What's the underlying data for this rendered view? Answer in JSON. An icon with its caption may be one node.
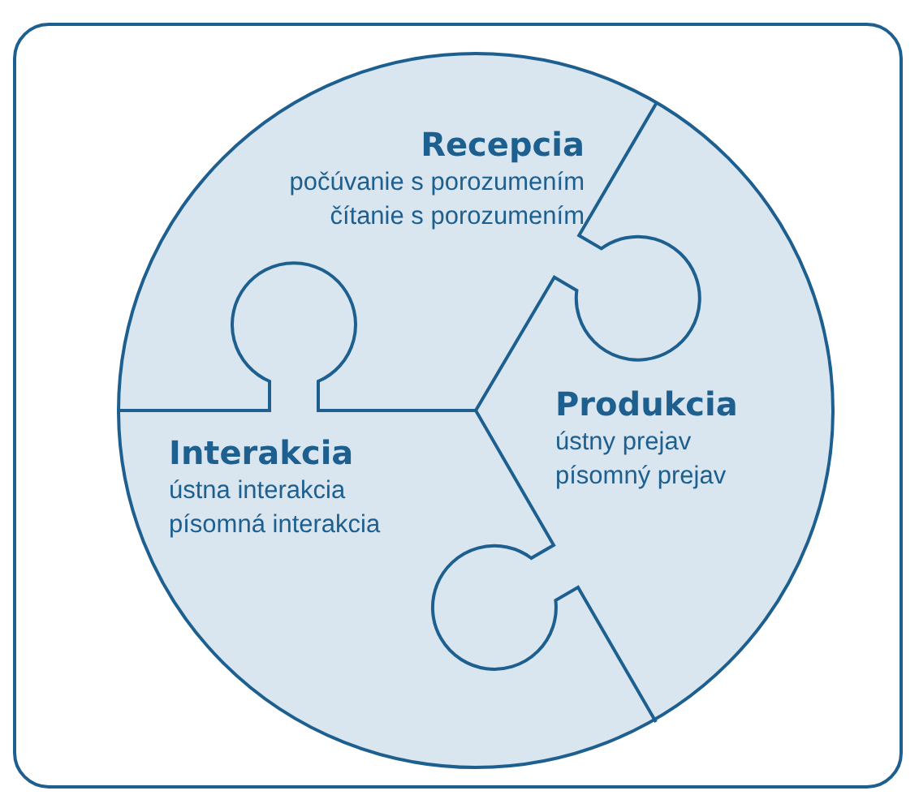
{
  "diagram": {
    "nodes": [
      {
        "text": [
          "Recepcia",
          "počúvanie s porozumením",
          "čítanie s porozumením"
        ]
      },
      {
        "text": [
          "Produkcia",
          "ústny prejav",
          "písomný prejav"
        ]
      },
      {
        "text": [
          "Interakcia",
          "ústna interakcia",
          "písomná interakcia"
        ]
      }
    ]
  }
}
